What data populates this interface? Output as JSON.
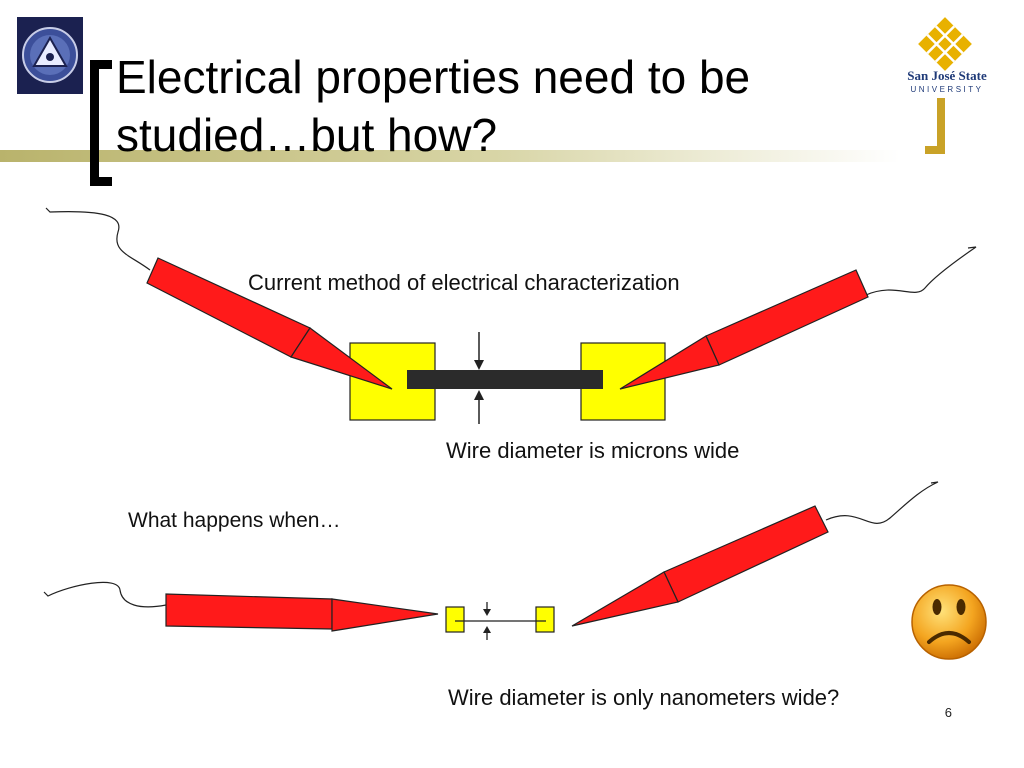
{
  "slide": {
    "title": "Electrical properties need to be studied…but how?",
    "page_number": "6"
  },
  "logos": {
    "left": {
      "icon": "society-seal-icon"
    },
    "right": {
      "icon": "diamond-lattice-icon",
      "line1": "San José State",
      "line2": "UNIVERSITY"
    }
  },
  "diagram": {
    "caption_top": "Current method of electrical characterization",
    "caption_mid": "Wire diameter is microns wide",
    "prompt": "What happens when…",
    "caption_bottom": "Wire diameter is only nanometers wide?",
    "colors": {
      "probe": "#ff1a1a",
      "pad": "#ffff00",
      "wire": "#2b2b2b",
      "accent": "#c9a227"
    },
    "emoji": "sad-face-icon"
  }
}
